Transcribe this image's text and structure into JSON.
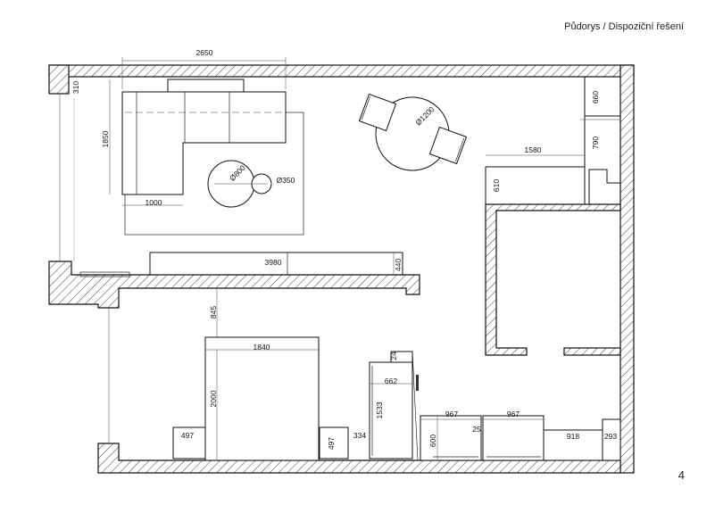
{
  "header": {
    "title": "Půdorys / Dispoziční řešení"
  },
  "page": {
    "number": "4"
  },
  "dimensions": {
    "sofa_width": "2650",
    "sofa_depth": "1850",
    "sofa_chaise": "1000",
    "wall_310": "310",
    "rug_table": "Ø800",
    "side_table": "Ø350",
    "dining_table": "Ø1200",
    "kitchen_run": "1580",
    "kitchen_610": "610",
    "tall_unit_660": "660",
    "tall_unit_790": "790",
    "tv_unit": "3980",
    "tv_depth": "440",
    "bed_clearance": "845",
    "bed_width": "1840",
    "bed_length": "2000",
    "nightstand_left": "497",
    "nightstand_right": "497",
    "gap_334": "334",
    "wardrobe_width": "662",
    "wardrobe_depth": "1533",
    "wardrobe_gap": "24",
    "cabinet_a": "967",
    "cabinet_b": "967",
    "cabinet_gap": "25",
    "cabinet_depth": "600",
    "cabinet_c": "918",
    "cabinet_end": "293"
  }
}
